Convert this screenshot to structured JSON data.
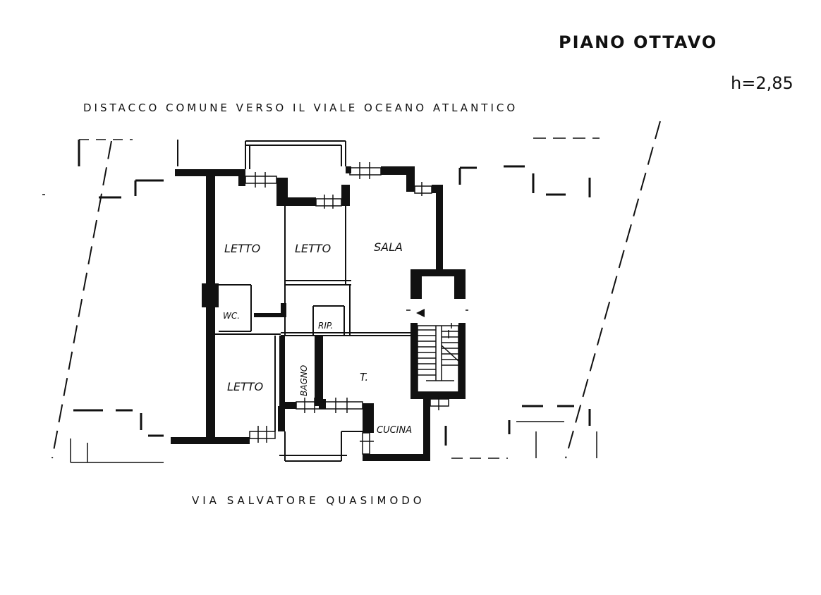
{
  "title": "PIANO OTTAVO",
  "height_label": "h=2,85",
  "top_street": "DISTACCO COMUNE VERSO IL VIALE OCEANO ATLANTICO",
  "bottom_street": "VIA SALVATORE QUASIMODO",
  "rooms": {
    "letto_1": "LETTO",
    "letto_2": "LETTO",
    "sala": "SALA",
    "wc": "WC.",
    "rip": "RIP.",
    "letto_3": "LETTO",
    "bagno": "BAGNO",
    "t": "T.",
    "cucina": "CUCINA"
  },
  "colors": {
    "ink": "#111111",
    "paper": "#ffffff"
  }
}
